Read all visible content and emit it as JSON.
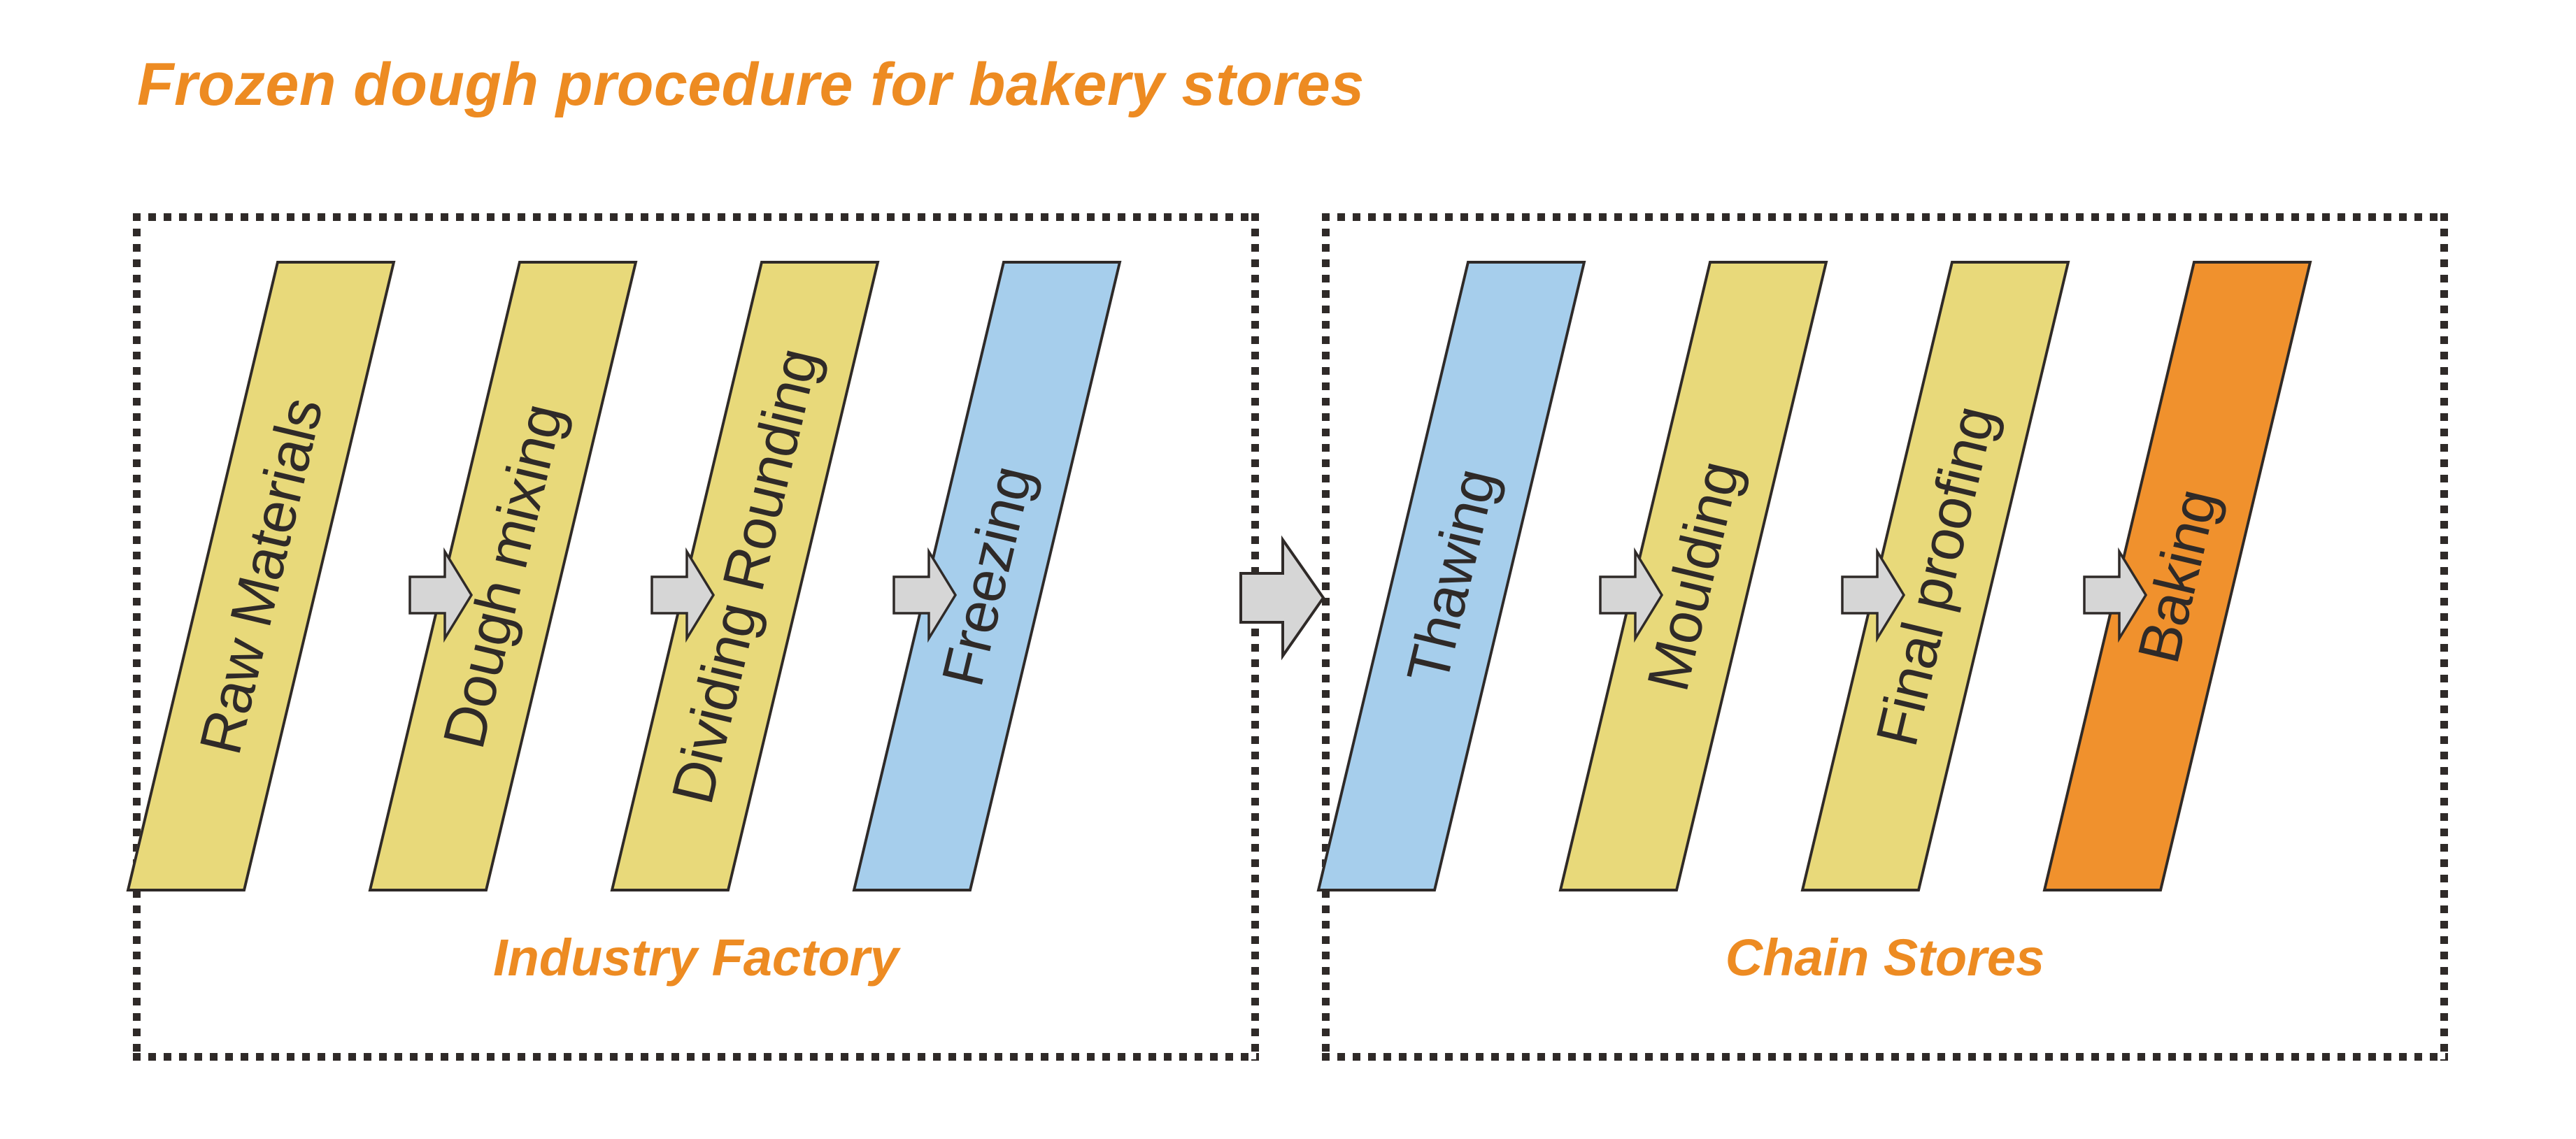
{
  "title": "Frozen dough procedure for bakery stores",
  "colors": {
    "accent_orange": "#ED8B22",
    "step_yellow": "#E8D97A",
    "step_blue": "#A6CEEC",
    "step_orange": "#F0912D",
    "outline": "#2F2A28",
    "arrow_fill": "#D6D6D6",
    "background": "#FFFFFF"
  },
  "panels": [
    {
      "id": "industry-factory",
      "caption": "Industry Factory",
      "steps": [
        {
          "label": "Raw Materials",
          "color": "#E8D97A"
        },
        {
          "label": "Dough mixing",
          "color": "#E8D97A"
        },
        {
          "label": "Dividing Rounding",
          "color": "#E8D97A"
        },
        {
          "label": "Freezing",
          "color": "#A6CEEC"
        }
      ],
      "connectors": [
        "arrow-right-icon",
        "arrow-right-icon",
        "arrow-right-icon"
      ]
    },
    {
      "id": "chain-stores",
      "caption": "Chain Stores",
      "steps": [
        {
          "label": "Thawing",
          "color": "#A6CEEC"
        },
        {
          "label": "Moulding",
          "color": "#E8D97A"
        },
        {
          "label": "Final proofing",
          "color": "#E8D97A"
        },
        {
          "label": "Baking",
          "color": "#F0912D"
        }
      ],
      "connectors": [
        "arrow-right-icon",
        "arrow-right-icon",
        "arrow-right-icon"
      ]
    }
  ],
  "inter_panel_connector": "arrow-right-icon"
}
